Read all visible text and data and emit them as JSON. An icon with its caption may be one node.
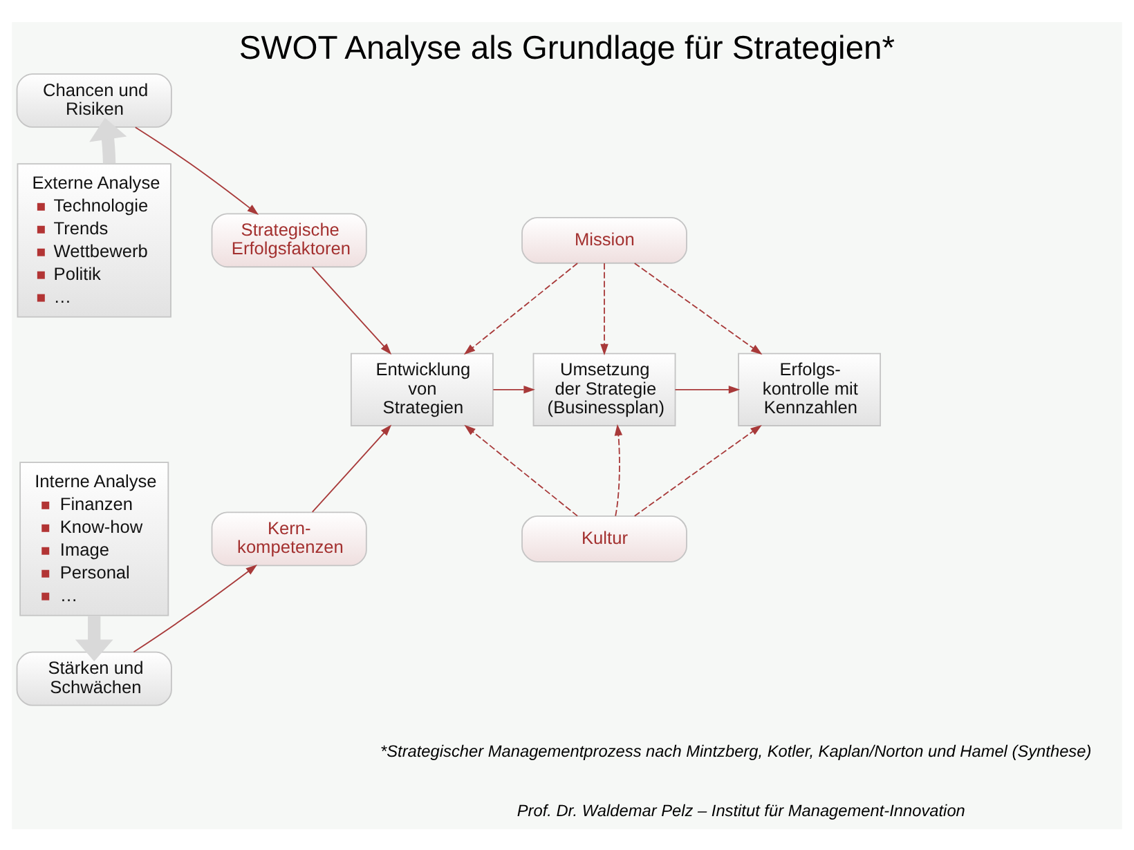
{
  "diagram": {
    "title": "SWOT Analyse als Grundlage für Strategien*",
    "caption": "*Strategischer Managementprozess nach Mintzberg, Kotler, Kaplan/Norton und Hamel (Synthese)",
    "nodes": [
      {
        "text": [
          "Chancen und Risiken"
        ]
      },
      {
        "text": [
          "Externe Analyse",
          "Technologie",
          "Trends",
          "Wettbewerb",
          "Politik",
          "…"
        ]
      },
      {
        "text": [
          "Interne Analyse",
          "Finanzen",
          "Know-how",
          "Image",
          "Personal",
          "…"
        ]
      },
      {
        "text": [
          "Stärken und Schwächen"
        ]
      },
      {
        "text": [
          "Strategische Erfolgsfaktoren"
        ]
      },
      {
        "text": [
          "Kern- kompetenzen"
        ]
      },
      {
        "text": [
          "Mission"
        ]
      },
      {
        "text": [
          "Entwicklung von Strategien"
        ]
      },
      {
        "text": [
          "Umsetzung der Strategie (Businessplan)"
        ]
      },
      {
        "text": [
          "Erfolgs- kontrolle mit Kennzahlen"
        ]
      },
      {
        "text": [
          "Kultur"
        ]
      }
    ],
    "edges": [
      {
        "from": 1,
        "to": 0,
        "arrow": "to",
        "style": "thick",
        "color": "#d9d9d9"
      },
      {
        "from": 2,
        "to": 3,
        "arrow": "to",
        "style": "thick",
        "color": "#d9d9d9"
      },
      {
        "from": 0,
        "to": 4,
        "arrow": "to"
      },
      {
        "from": 3,
        "to": 5,
        "arrow": "to"
      },
      {
        "from": 4,
        "to": 7,
        "arrow": "to"
      },
      {
        "from": 5,
        "to": 7,
        "arrow": "to"
      },
      {
        "from": 7,
        "to": 8,
        "arrow": "to"
      },
      {
        "from": 8,
        "to": 9,
        "arrow": "to"
      },
      {
        "from": 6,
        "to": 7,
        "arrow": "to",
        "style": "dashed"
      },
      {
        "from": 6,
        "to": 8,
        "arrow": "to",
        "style": "dashed"
      },
      {
        "from": 6,
        "to": 9,
        "arrow": "to",
        "style": "dashed"
      },
      {
        "from": 10,
        "to": 7,
        "arrow": "to",
        "style": "dashed"
      },
      {
        "from": 10,
        "to": 8,
        "arrow": "to",
        "style": "dashed"
      },
      {
        "from": 10,
        "to": 9,
        "arrow": "to",
        "style": "dashed"
      }
    ],
    "labels": [
      "Prof. Dr. Waldemar Pelz – Institut für Management-Innovation"
    ]
  }
}
